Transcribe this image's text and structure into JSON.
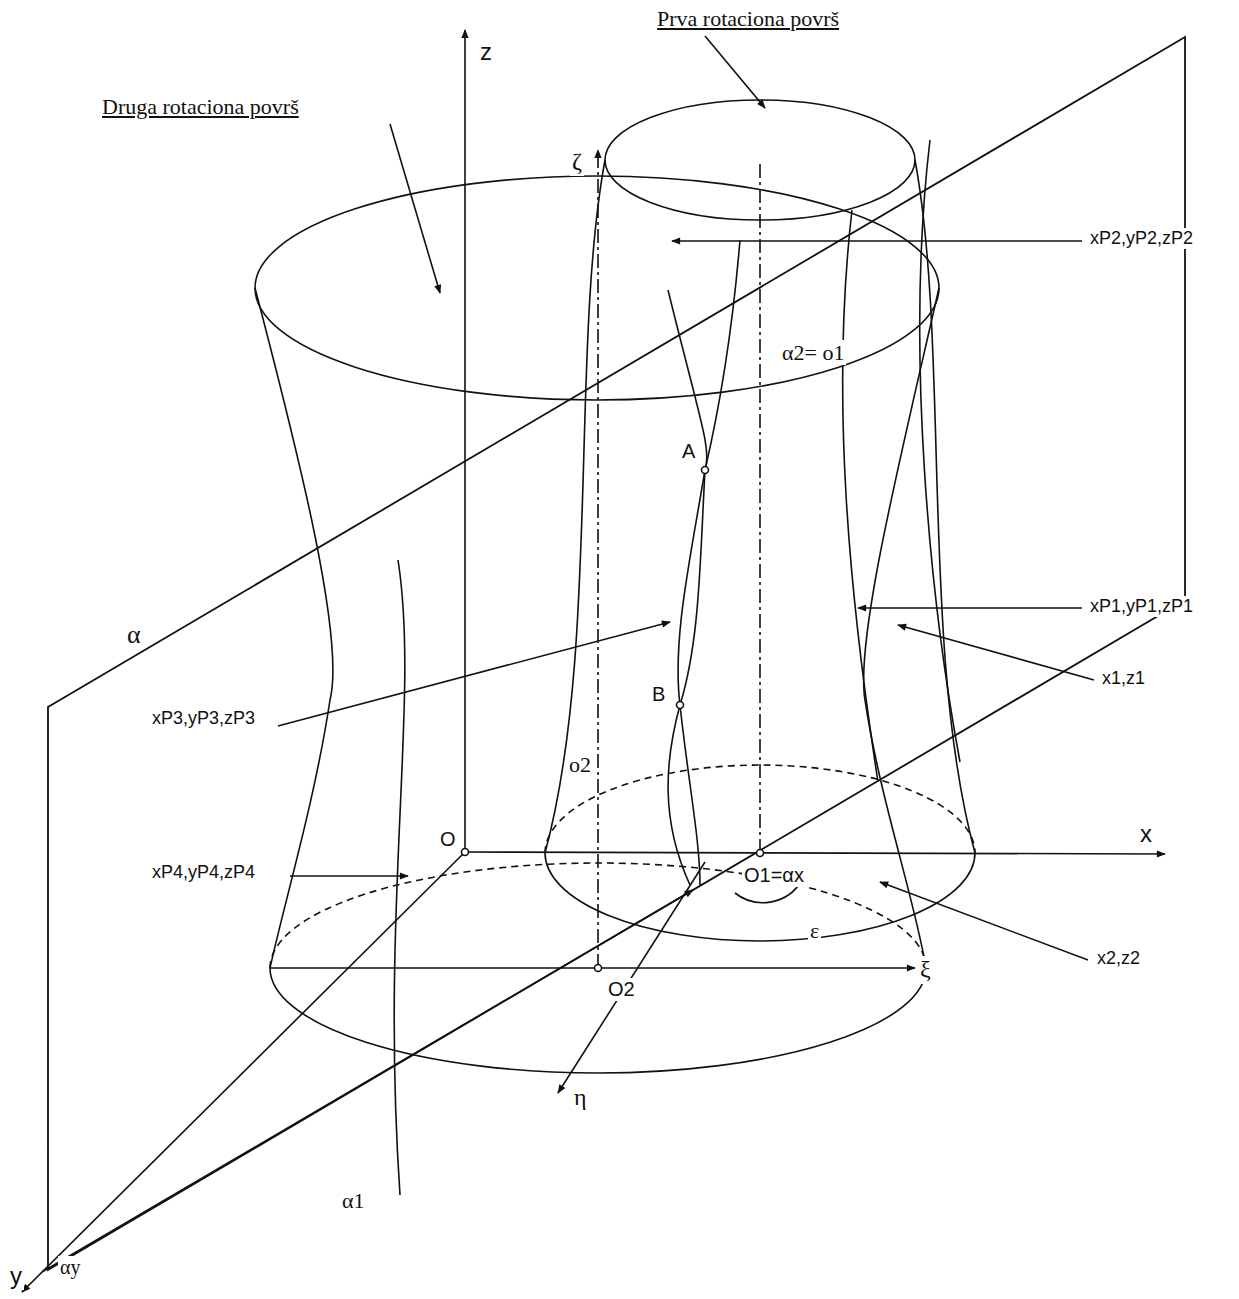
{
  "diagram": {
    "labels": [
      "Prva rotaciona površ",
      "Druga rotaciona površ",
      "z",
      "ζ",
      "xP2,yP2,zP2",
      "α2= o1",
      "A",
      "xP1,yP1,zP1",
      "o2",
      "α",
      "x1,z1",
      "B",
      "xP3,yP3,zP3",
      "O",
      "xP4,yP4,zP4",
      "x",
      "O1=αx",
      "ε",
      "x2,z2",
      "ξ",
      "O2",
      "α1",
      "η",
      "y",
      "αy"
    ]
  }
}
